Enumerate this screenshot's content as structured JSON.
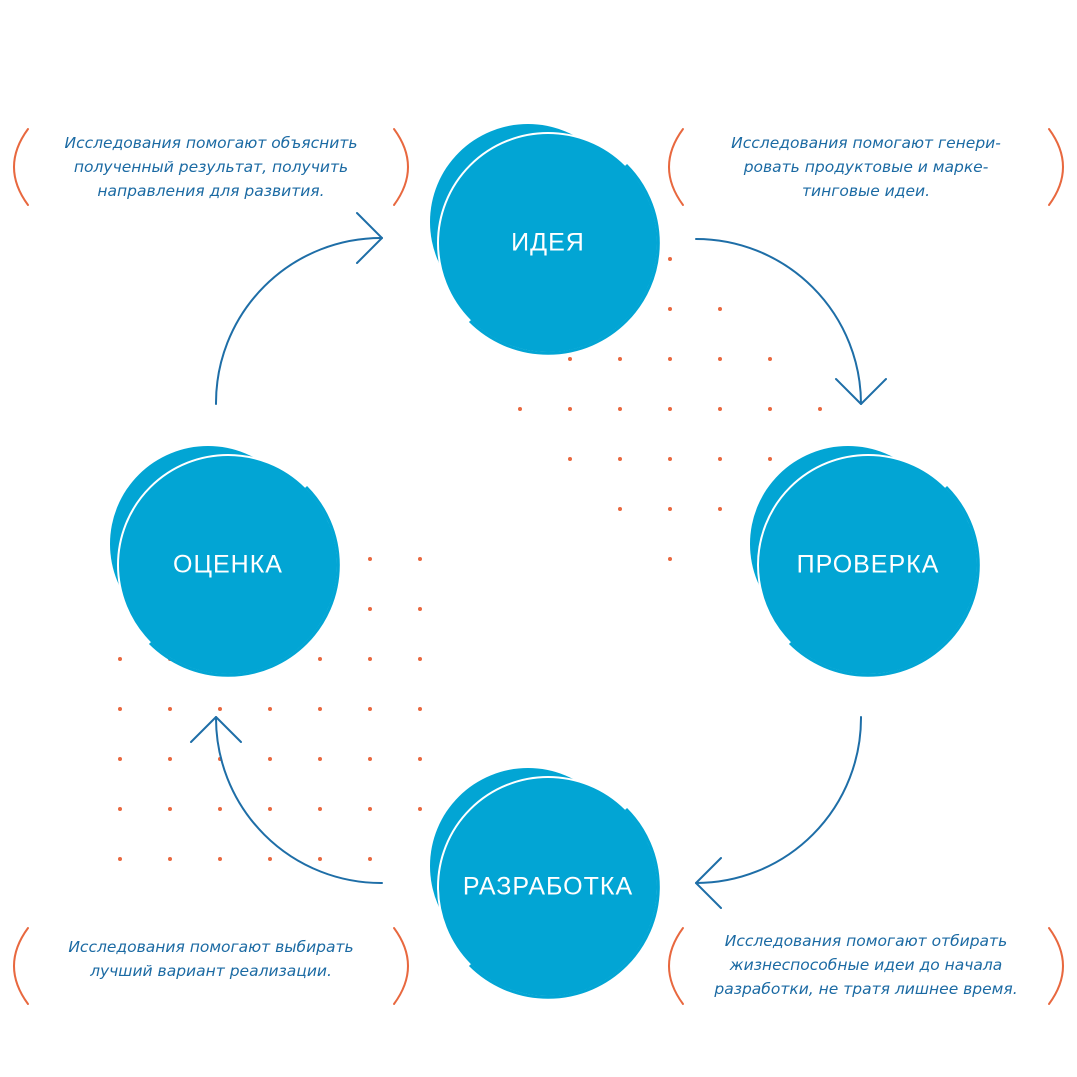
{
  "colors": {
    "circle": "#02a5d4",
    "circle_ring": "#ffffff",
    "arrow": "#1e6ea7",
    "bracket": "#e8683f",
    "dot": "#e8683f",
    "note_text": "#1b6aa3"
  },
  "stages": [
    {
      "id": "idea",
      "label": "ИДЕЯ"
    },
    {
      "id": "check",
      "label": "ПРОВЕРКА"
    },
    {
      "id": "develop",
      "label": "РАЗРАБОТКА"
    },
    {
      "id": "evaluate",
      "label": "ОЦЕНКА"
    }
  ],
  "notes": {
    "top_left": {
      "lines": [
        "Исследования помогают объяснить",
        "полученный результат, получить",
        "направления для развития."
      ]
    },
    "top_right": {
      "lines": [
        "Исследования помогают генери-",
        "ровать продуктовые и марке-",
        "тинговые идеи."
      ]
    },
    "bottom_left": {
      "lines": [
        "Исследования помогают выбирать",
        "лучший вариант реализации."
      ]
    },
    "bottom_right": {
      "lines": [
        "Исследования помогают отбирать",
        "жизнеспособные идеи до начала",
        "разработки, не тратя лишнее время."
      ]
    }
  },
  "arrows": [
    {
      "from": "idea",
      "to": "check"
    },
    {
      "from": "check",
      "to": "develop"
    },
    {
      "from": "develop",
      "to": "evaluate"
    },
    {
      "from": "evaluate",
      "to": "idea"
    }
  ]
}
